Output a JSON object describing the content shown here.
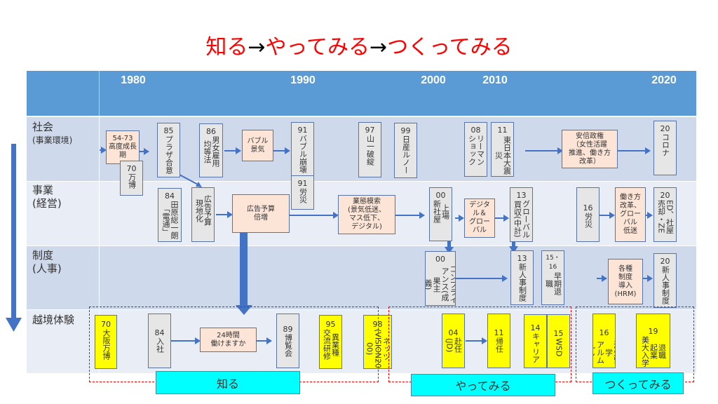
{
  "title": {
    "part1": "知る",
    "arrow1": "→",
    "part2": "やってみる",
    "arrow2": "→",
    "part3": "つくってみる"
  },
  "years": [
    "1980",
    "1990",
    "2000",
    "2010",
    "2020"
  ],
  "rows": [
    {
      "label": "社会",
      "sub": "(事業環境)"
    },
    {
      "label": "事業",
      "sub": "(経営)"
    },
    {
      "label": "制度",
      "sub": "(人事)"
    },
    {
      "label": "越境体験"
    }
  ],
  "society": {
    "b1": "54-73\n高度成長期",
    "b2n": "70",
    "b2": "万博",
    "b3n": "85",
    "b3": "プラザ合意",
    "b4n": "86",
    "b4": "男女雇用\n均等法",
    "b5": "バブル\n景気",
    "b6n": "91",
    "b6": "バブル崩壊",
    "b7n": "97",
    "b7": "山一破綻",
    "b8n": "99",
    "b8": "日産ルノー",
    "b9n": "08",
    "b9": "リーマン\nショック",
    "b10n": "11",
    "b10": "東日本大震災",
    "b11": "安倍政権\n（女性活躍\n推進、働き方\n改革）",
    "b12n": "20",
    "b12": "コロナ"
  },
  "business": {
    "b1n": "84",
    "b1": "田原総一朗\n「電通」",
    "b2": "広告予算\n現地化",
    "b3n": "91",
    "b3": "労災",
    "b4": "広告予算\n倍増",
    "b5": "業態模索\n(景気低迷、\nマス低下、\nデジタル)",
    "b6n": "00",
    "b6": "上場\n新社屋",
    "b7": "デジタ\nル＆\nグロー\nバル",
    "b8n": "13",
    "b8": "グローバル\n買収(中計)",
    "b9n": "16",
    "b9": "労災",
    "b10": "働き方\n改革、\nグロー\nバル\n低迷",
    "b11n": "20",
    "b11": "ED、社屋\n売却・ZE"
  },
  "hr": {
    "b1n": "00",
    "b1": "コンプライ\nアンス(成果主\n義)",
    "b2n": "13",
    "b2": "新人事制度",
    "b3n": "15・16",
    "b3": "早期退\n職",
    "b4": "各種\n制度\n導入\n(HRM)",
    "b5n": "20",
    "b5": "新人事制度"
  },
  "cross": {
    "b1n": "70",
    "b1": "大阪万博",
    "b2n": "84",
    "b2": "入社",
    "b3": "24時間\n働けますか",
    "b4n": "89",
    "b4": "博覧会",
    "b5n": "95",
    "b5": "異業種\n交流研修",
    "b6n": "98",
    "b6": "ネッツ\n(VISION20\n00)",
    "b7n": "04",
    "b7": "赴任\n(JD)",
    "b8n": "11",
    "b8": "帰任",
    "b9n": "14",
    "b9": "キャリア",
    "b10n": "15",
    "b10": "WSD",
    "b11n": "16",
    "b11": "海外留学\nアルムナイ",
    "b12n": "19",
    "b12": "退職\n起業\n美大入学"
  },
  "phases": [
    "知る",
    "やってみる",
    "つくってみる"
  ],
  "colors": {
    "header": "#5b9bd5",
    "event": "#e6e6e6",
    "highlight": "#fce4d6",
    "experience": "#ffff00",
    "phase": "#00ffff",
    "title": "#ff0000"
  }
}
